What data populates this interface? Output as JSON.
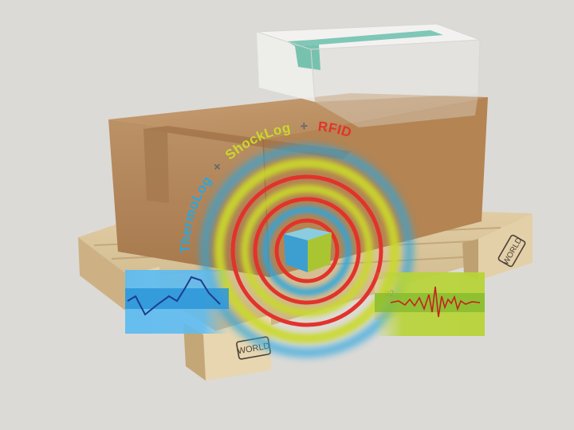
{
  "scene": {
    "background": "#dcdad6",
    "arc_label": {
      "thermolog": "ThermoLog",
      "plus_1": "+",
      "shocklog": "ShockLog",
      "plus_2": "+",
      "rfid": "RFID"
    },
    "pallet_stamps": {
      "front": "WORLD",
      "right": "WORLD",
      "block": "02"
    },
    "colors": {
      "thermolog": "#2aa6e0",
      "shocklog": "#c9d92a",
      "rfid": "#e2332a",
      "plus": "#6b6b6b",
      "temperature_line": "#1d3d8c",
      "shock_signal": "#c8201f",
      "carton": "#b58a5c",
      "pallet_wood": "#d8c39a"
    },
    "icons": [
      "radio-wave-rings-icon",
      "sensor-cube-icon",
      "temperature-chart-icon",
      "shock-chart-icon"
    ]
  }
}
